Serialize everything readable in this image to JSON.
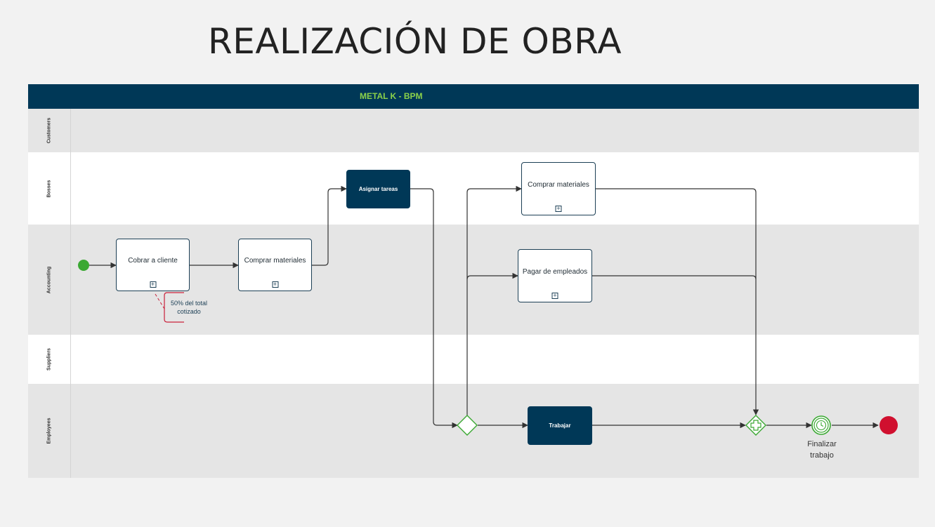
{
  "page": {
    "title": "REALIZACIÓN DE OBRA"
  },
  "pool": {
    "name": "METAL K - BPM"
  },
  "lanes": [
    {
      "label": "Customers"
    },
    {
      "label": "Bosses"
    },
    {
      "label": "Accounting"
    },
    {
      "label": "Suppliers"
    },
    {
      "label": "Employees"
    }
  ],
  "tasks": {
    "cobrar": "Cobrar a cliente",
    "comprar1": "Comprar materiales",
    "asignar": "Asignar tareas",
    "comprar2": "Comprar materiales",
    "pagar": "Pagar de empleados",
    "trabajar": "Trabajar"
  },
  "annotation": {
    "line1": "50% del total",
    "line2": "cotizado"
  },
  "events": {
    "timer_label_line1": "Finalizar",
    "timer_label_line2": "trabajo"
  },
  "colors": {
    "header_bg": "#003857",
    "header_text": "#8bd14a",
    "start_event": "#3aa832",
    "end_event": "#d0102f",
    "gateway": "#3aa832",
    "annotation_bracket": "#c9203a"
  },
  "icons": {
    "start": "start-event-circle",
    "end": "end-event-circle",
    "timer": "timer-intermediate-event-icon",
    "parallel_gateway": "parallel-gateway-plus-icon",
    "exclusive_gateway": "exclusive-gateway-diamond-icon",
    "subprocess": "subprocess-plus-marker-icon"
  }
}
